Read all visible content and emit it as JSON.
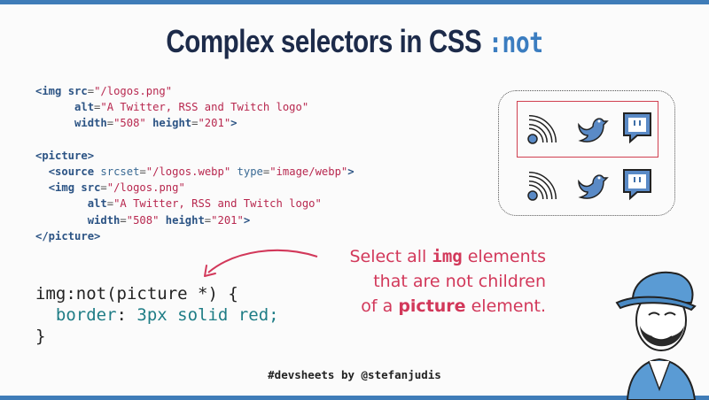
{
  "title": {
    "text": "Complex selectors in CSS",
    "keyword": ":not"
  },
  "html_code": {
    "line1": {
      "tag": "<img",
      "attr": "src",
      "val": "\"/logos.png\""
    },
    "line2": {
      "attr": "alt",
      "val": "\"A Twitter, RSS and Twitch logo\""
    },
    "line3": {
      "attr1": "width",
      "val1": "\"508\"",
      "attr2": "height",
      "val2": "\"201\"",
      "end": ">"
    },
    "line5": "<picture>",
    "line6": {
      "tag": "<source",
      "attr1": "srcset",
      "val1": "\"/logos.webp\"",
      "attr2": "type",
      "val2": "\"image/webp\"",
      "end": ">"
    },
    "line7": {
      "tag": "<img",
      "attr": "src",
      "val": "\"/logos.png\""
    },
    "line8": {
      "attr": "alt",
      "val": "\"A Twitter, RSS and Twitch logo\""
    },
    "line9": {
      "attr1": "width",
      "val1": "\"508\"",
      "attr2": "height",
      "val2": "\"201\"",
      "end": ">"
    },
    "line10": "</picture>"
  },
  "css_code": {
    "selector": "img:not(picture *) {",
    "property": "border",
    "value": " 3px solid red;",
    "close": "}"
  },
  "note": {
    "l1a": "Select all ",
    "l1b": "img",
    "l1c": " elements",
    "l2": "that are not children",
    "l3a": "of a ",
    "l3b": "picture",
    "l3c": " element."
  },
  "footer": "#devsheets by @stefanjudis",
  "icons": [
    "rss-icon",
    "twitter-icon",
    "twitch-icon"
  ],
  "colors": {
    "accent": "#3f7cb8",
    "highlight": "#d2385a",
    "border_demo": "#d04050"
  }
}
